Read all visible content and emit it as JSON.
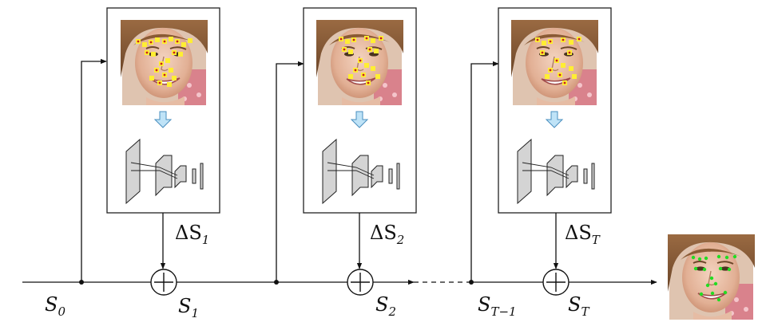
{
  "stages": [
    {
      "delta_symbol": "ΔS",
      "delta_sub": "1",
      "out_symbol": "S",
      "out_sub": "1"
    },
    {
      "delta_symbol": "ΔS",
      "delta_sub": "2",
      "out_symbol": "S",
      "out_sub": "2"
    },
    {
      "delta_symbol": "ΔS",
      "delta_sub": "T",
      "out_symbol": "S",
      "out_sub": "T"
    }
  ],
  "inputs": {
    "s0": {
      "symbol": "S",
      "sub": "0"
    },
    "st_minus_1": {
      "symbol": "S",
      "sub": "T−1"
    }
  },
  "colors": {
    "line": "#111111",
    "box_border": "#222222",
    "landmark_fill": "#ffee33",
    "landmark_center": "#c81e1e",
    "final_landmark": "#22dd22",
    "arrow_fill": "#bfe3f7",
    "arrow_stroke": "#4a8fbf",
    "cnn_block": "#d4d4d4"
  }
}
